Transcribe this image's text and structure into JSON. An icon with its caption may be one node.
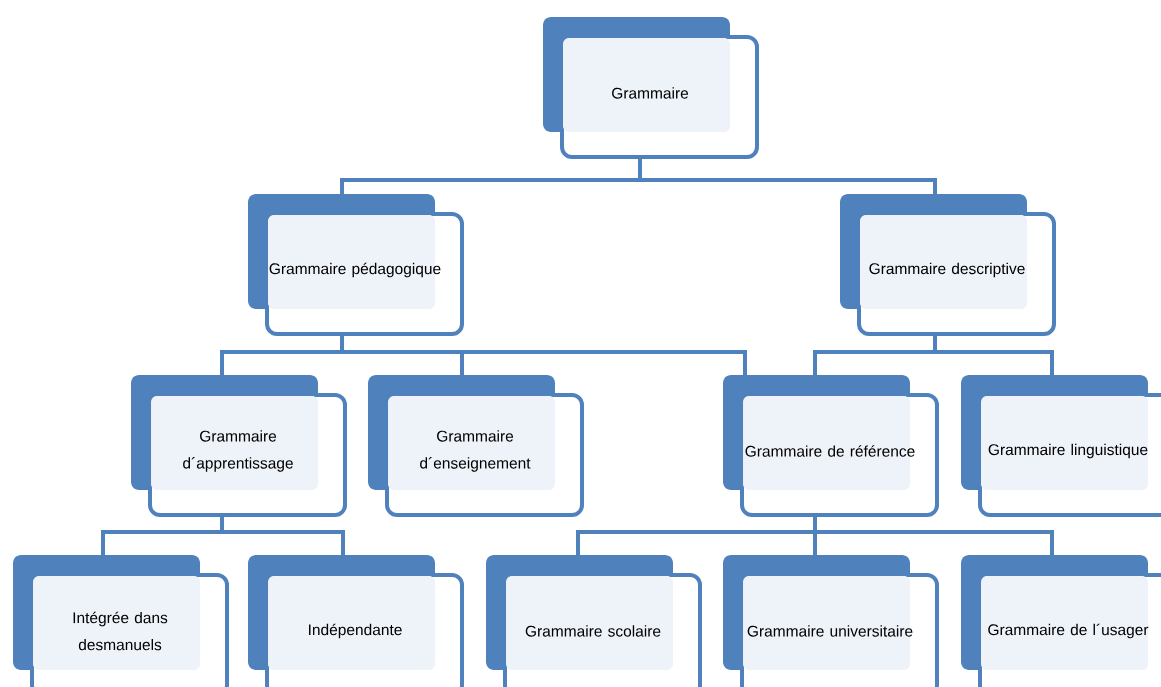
{
  "diagram": {
    "nodes": [
      {
        "text": [
          "Grammaire"
        ]
      },
      {
        "text": [
          "Grammaire pédagogique"
        ]
      },
      {
        "text": [
          "Grammaire descriptive"
        ]
      },
      {
        "text": [
          "Grammaire d´apprentissage"
        ]
      },
      {
        "text": [
          "Grammaire d´enseignement"
        ]
      },
      {
        "text": [
          "Grammaire de référence"
        ]
      },
      {
        "text": [
          "Grammaire linguistique"
        ]
      },
      {
        "text": [
          "Intégrée dans desmanuels"
        ]
      },
      {
        "text": [
          "Indépendante"
        ]
      },
      {
        "text": [
          "Grammaire scolaire"
        ]
      },
      {
        "text": [
          "Grammaire universitaire"
        ]
      },
      {
        "text": [
          "Grammaire de l´usager"
        ]
      }
    ],
    "edges": [
      {
        "from": 0,
        "to": 1,
        "arrow": "none"
      },
      {
        "from": 0,
        "to": 2,
        "arrow": "none"
      },
      {
        "from": 1,
        "to": 3,
        "arrow": "none"
      },
      {
        "from": 1,
        "to": 4,
        "arrow": "none"
      },
      {
        "from": 1,
        "to": 5,
        "arrow": "none"
      },
      {
        "from": 2,
        "to": 5,
        "arrow": "none"
      },
      {
        "from": 2,
        "to": 6,
        "arrow": "none"
      },
      {
        "from": 3,
        "to": 7,
        "arrow": "none"
      },
      {
        "from": 3,
        "to": 8,
        "arrow": "none"
      },
      {
        "from": 5,
        "to": 9,
        "arrow": "none"
      },
      {
        "from": 5,
        "to": 10,
        "arrow": "none"
      },
      {
        "from": 5,
        "to": 11,
        "arrow": "none"
      }
    ]
  }
}
